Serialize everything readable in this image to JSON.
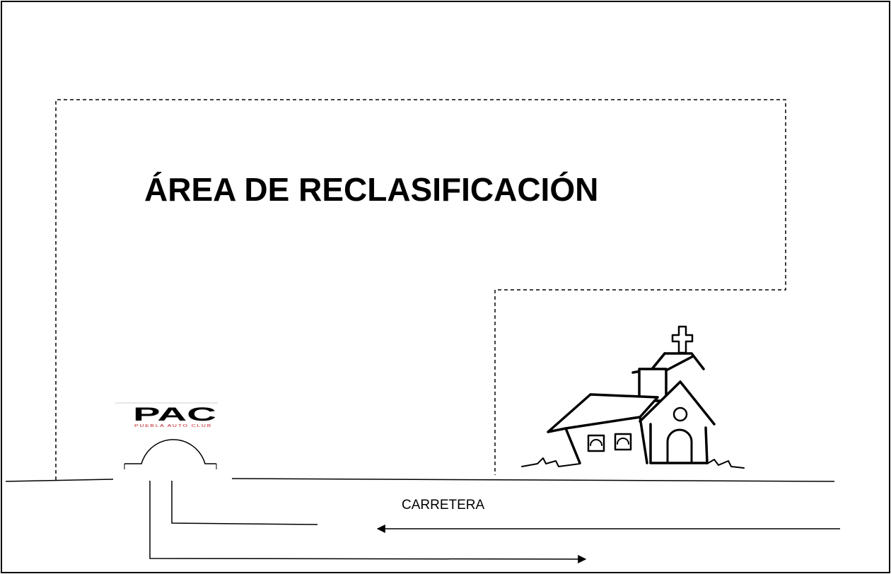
{
  "title": "ÁREA DE RECLASIFICACIÓN",
  "road_label": "CARRETERA",
  "pac_logo": {
    "brand": "PAC",
    "tagline": "PUEBLA AUTO CLUB"
  },
  "colors": {
    "ink": "#000000",
    "logo_red": "#c0262c",
    "background": "#ffffff"
  },
  "icons": {
    "church": "church-icon",
    "entrance_gate": "gate-icon"
  }
}
